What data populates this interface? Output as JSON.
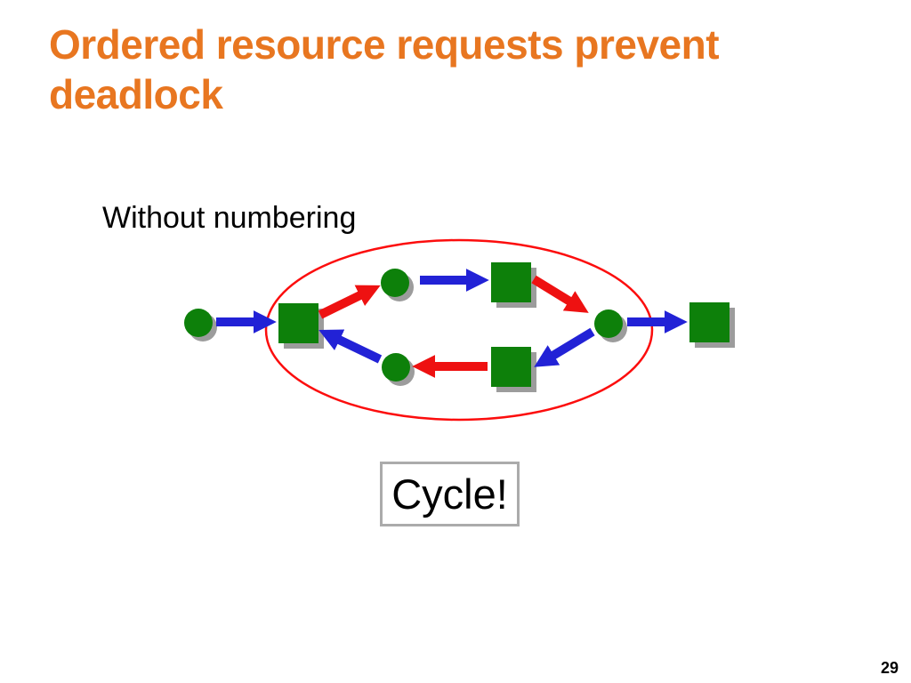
{
  "slide": {
    "title": "Ordered resource requests prevent deadlock",
    "label_without_numbering": "Without numbering",
    "cycle_label": "Cycle!",
    "page_number": "29"
  },
  "colors": {
    "title_orange": "#E87620",
    "text_black": "#000000",
    "node_green": "#0D800A",
    "arrow_blue": "#2222D6",
    "arrow_red": "#EE1111",
    "ellipse_red": "#FC0D0D",
    "shadow_gray": "#9C9C9C",
    "box_border_gray": "#ABABAB"
  },
  "diagram": {
    "type": "resource-allocation-graph",
    "nodes": [
      {
        "id": "P0",
        "shape": "circle",
        "color": "#0D800A",
        "inside_cycle_ellipse": false
      },
      {
        "id": "R1",
        "shape": "square",
        "color": "#0D800A",
        "inside_cycle_ellipse": true
      },
      {
        "id": "P1",
        "shape": "circle",
        "color": "#0D800A",
        "inside_cycle_ellipse": true
      },
      {
        "id": "R2",
        "shape": "square",
        "color": "#0D800A",
        "inside_cycle_ellipse": true
      },
      {
        "id": "P2",
        "shape": "circle",
        "color": "#0D800A",
        "inside_cycle_ellipse": true
      },
      {
        "id": "R3",
        "shape": "square",
        "color": "#0D800A",
        "inside_cycle_ellipse": true
      },
      {
        "id": "P3",
        "shape": "circle",
        "color": "#0D800A",
        "inside_cycle_ellipse": true
      },
      {
        "id": "R4",
        "shape": "square",
        "color": "#0D800A",
        "inside_cycle_ellipse": false
      }
    ],
    "edges": [
      {
        "from": "P0",
        "to": "R1",
        "color": "blue",
        "meaning": "request"
      },
      {
        "from": "R1",
        "to": "P1",
        "color": "red",
        "meaning": "assignment"
      },
      {
        "from": "P1",
        "to": "R2",
        "color": "blue",
        "meaning": "request"
      },
      {
        "from": "R2",
        "to": "P2",
        "color": "red",
        "meaning": "assignment"
      },
      {
        "from": "P2",
        "to": "R3",
        "color": "blue",
        "meaning": "request"
      },
      {
        "from": "R3",
        "to": "P3",
        "color": "red",
        "meaning": "assignment"
      },
      {
        "from": "P3",
        "to": "R1",
        "color": "blue",
        "meaning": "request"
      },
      {
        "from": "P2",
        "to": "R4",
        "color": "blue",
        "meaning": "request"
      }
    ],
    "annotation": "red ellipse encircles the cycle R1-P1-R2-P2-R3-P3"
  }
}
